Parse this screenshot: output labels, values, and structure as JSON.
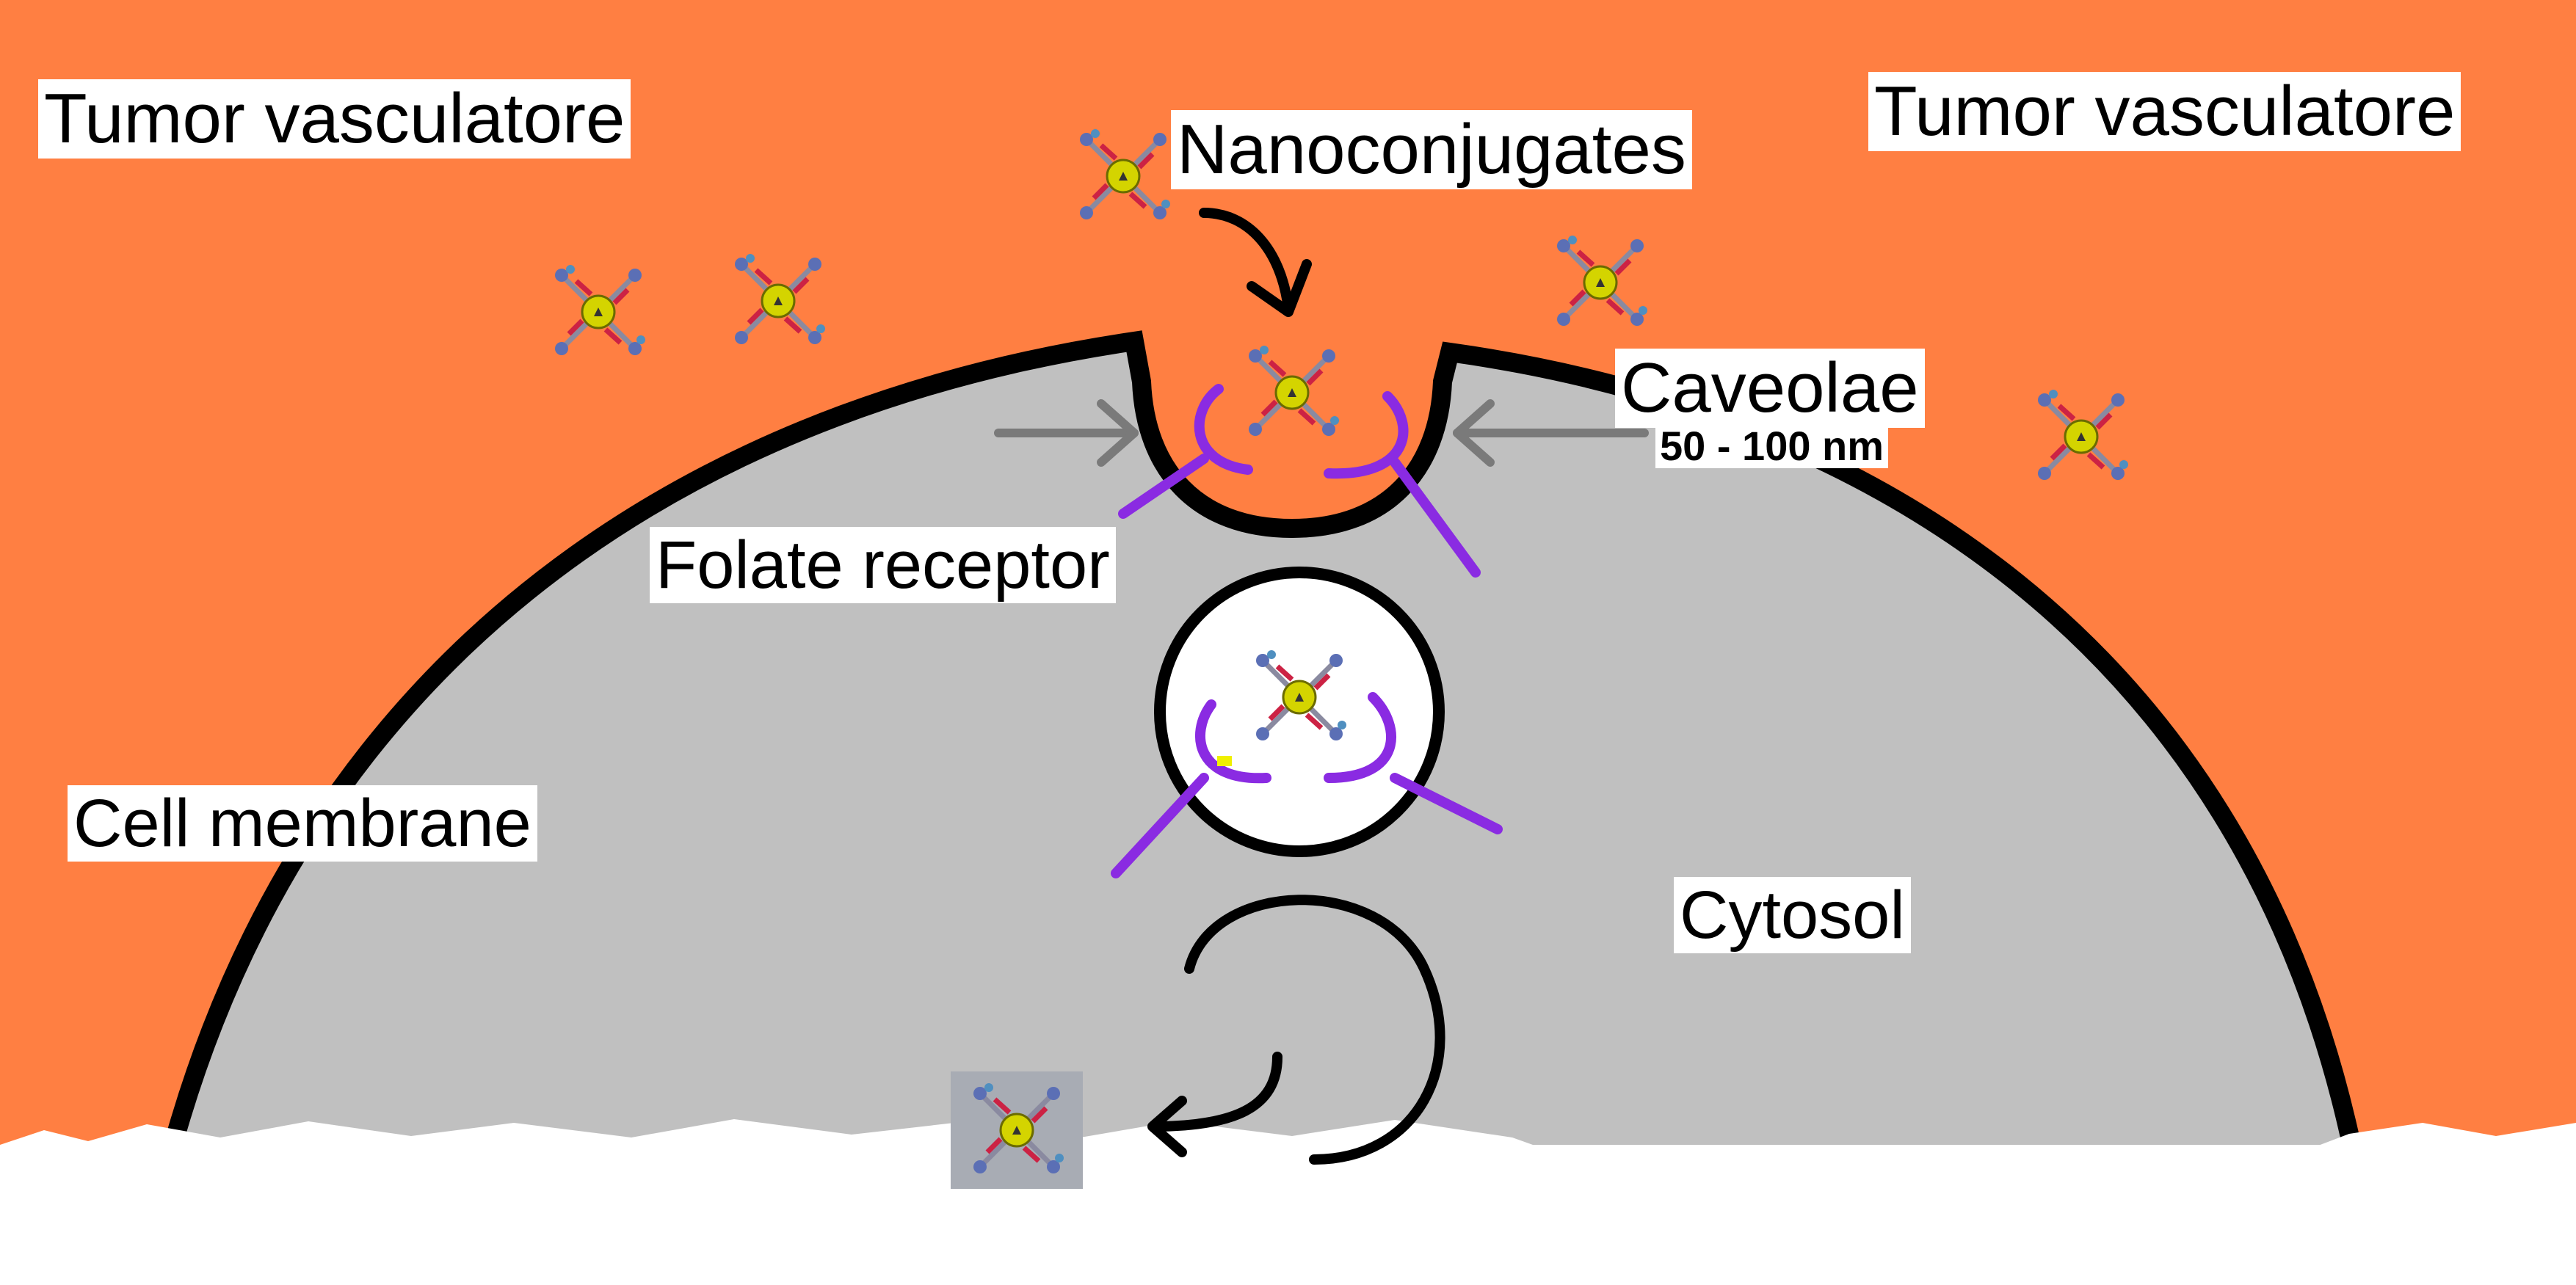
{
  "labels": {
    "vasculature_left": "Tumor vasculatore",
    "vasculature_right": "Tumor vasculatore",
    "nanoconjugates": "Nanoconjugates",
    "caveolae": "Caveolae",
    "caveolae_size": "50 - 100 nm",
    "folate_receptor": "Folate receptor",
    "cell_membrane": "Cell membrane",
    "cytosol": "Cytosol"
  },
  "colors": {
    "vasculature": "#ff7f42",
    "cytosol": "#c0c0c0",
    "membrane": "#000000",
    "receptor": "#8a2be2",
    "nanoparticle_core": "#d4d400",
    "pointer_arrow": "#7a7a7a"
  }
}
